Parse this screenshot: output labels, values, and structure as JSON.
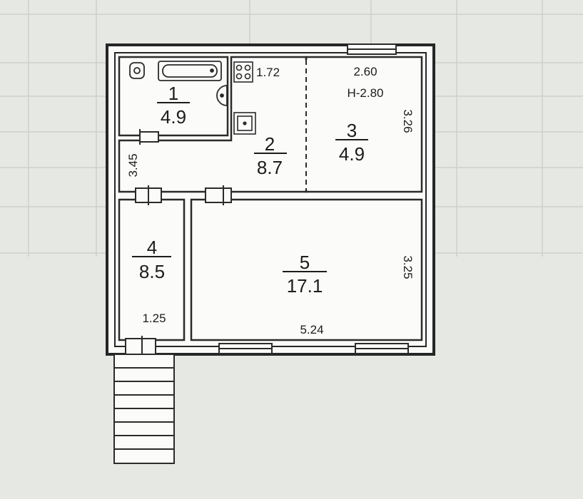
{
  "rooms": [
    {
      "number": "1",
      "area": "4.9"
    },
    {
      "number": "2",
      "area": "8.7"
    },
    {
      "number": "3",
      "area": "4.9"
    },
    {
      "number": "4",
      "area": "8.5"
    },
    {
      "number": "5",
      "area": "17.1"
    }
  ],
  "dimensions": {
    "kitchen_width": "1.72",
    "room4_width": "2.60",
    "ceiling_height": "H-2.80",
    "room4_depth": "3.26",
    "hall_depth": "3.45",
    "room5_depth": "3.25",
    "room1_width": "1.25",
    "room5_width": "5.24"
  },
  "colors": {
    "paper": "#e6e8e3",
    "grid": "#cdd0cb",
    "wall": "#262626",
    "line": "#2b2b2b"
  }
}
